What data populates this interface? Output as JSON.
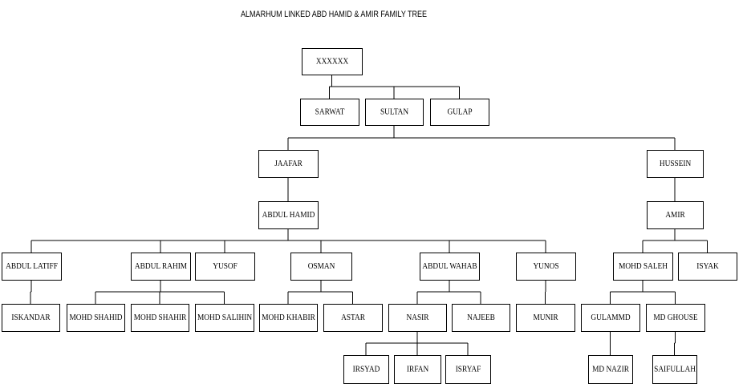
{
  "title": "ALMARHUM LINKED ABD HAMID & AMIR FAMILY TREE",
  "colors": {
    "line": "#000000",
    "box_fill": "#ffffff",
    "text": "#000000"
  },
  "tree": {
    "nodes": [
      {
        "id": "xxxxxx",
        "label": "XXXXXX"
      },
      {
        "id": "sarwat",
        "label": "SARWAT"
      },
      {
        "id": "sultan",
        "label": "SULTAN"
      },
      {
        "id": "gulap",
        "label": "GULAP"
      },
      {
        "id": "jaafar",
        "label": "JAAFAR"
      },
      {
        "id": "hussein",
        "label": "HUSSEIN"
      },
      {
        "id": "abdul-hamid",
        "label": "ABDUL HAMID"
      },
      {
        "id": "amir",
        "label": "AMIR"
      },
      {
        "id": "abdul-latiff",
        "label": "ABDUL LATIFF"
      },
      {
        "id": "abdul-rahim",
        "label": "ABDUL RAHIM"
      },
      {
        "id": "yusof",
        "label": "YUSOF"
      },
      {
        "id": "osman",
        "label": "OSMAN"
      },
      {
        "id": "abdul-wahab",
        "label": "ABDUL WAHAB"
      },
      {
        "id": "yunos",
        "label": "YUNOS"
      },
      {
        "id": "mohd-saleh",
        "label": "MOHD SALEH"
      },
      {
        "id": "isyak",
        "label": "ISYAK"
      },
      {
        "id": "iskandar",
        "label": "ISKANDAR"
      },
      {
        "id": "mohd-shahid",
        "label": "MOHD SHAHID"
      },
      {
        "id": "mohd-shahir",
        "label": "MOHD SHAHIR"
      },
      {
        "id": "mohd-salihin",
        "label": "MOHD SALIHIN"
      },
      {
        "id": "mohd-khabir",
        "label": "MOHD KHABIR"
      },
      {
        "id": "astar",
        "label": "ASTAR"
      },
      {
        "id": "nasir",
        "label": "NASIR"
      },
      {
        "id": "najeeb",
        "label": "NAJEEB"
      },
      {
        "id": "munir",
        "label": "MUNIR"
      },
      {
        "id": "gulammd",
        "label": "GULAMMD"
      },
      {
        "id": "md-ghouse",
        "label": "MD GHOUSE"
      },
      {
        "id": "irsyad",
        "label": "IRSYAD"
      },
      {
        "id": "irfan",
        "label": "IRFAN"
      },
      {
        "id": "isryaf",
        "label": "ISRYAF"
      },
      {
        "id": "md-nazir",
        "label": "MD NAZIR"
      },
      {
        "id": "saifullah",
        "label": "SAIFULLAH"
      }
    ],
    "links": [
      {
        "parent": "xxxxxx",
        "children": [
          "sarwat",
          "sultan",
          "gulap"
        ]
      },
      {
        "parent": "sultan",
        "children": [
          "jaafar",
          "hussein"
        ]
      },
      {
        "parent": "jaafar",
        "children": [
          "abdul-hamid"
        ]
      },
      {
        "parent": "hussein",
        "children": [
          "amir"
        ]
      },
      {
        "parent": "abdul-hamid",
        "children": [
          "abdul-latiff",
          "abdul-rahim",
          "yusof",
          "osman",
          "abdul-wahab",
          "yunos"
        ]
      },
      {
        "parent": "amir",
        "children": [
          "mohd-saleh",
          "isyak"
        ]
      },
      {
        "parent": "abdul-latiff",
        "children": [
          "iskandar"
        ]
      },
      {
        "parent": "abdul-rahim",
        "children": [
          "mohd-shahid",
          "mohd-shahir",
          "mohd-salihin"
        ]
      },
      {
        "parent": "osman",
        "children": [
          "mohd-khabir",
          "astar"
        ]
      },
      {
        "parent": "abdul-wahab",
        "children": [
          "nasir",
          "najeeb"
        ]
      },
      {
        "parent": "yunos",
        "children": [
          "munir"
        ]
      },
      {
        "parent": "mohd-saleh",
        "children": [
          "gulammd",
          "md-ghouse"
        ]
      },
      {
        "parent": "nasir",
        "children": [
          "irsyad",
          "irfan",
          "isryaf"
        ]
      },
      {
        "parent": "gulammd",
        "children": [
          "md-nazir"
        ]
      },
      {
        "parent": "md-ghouse",
        "children": [
          "saifullah"
        ]
      }
    ]
  }
}
